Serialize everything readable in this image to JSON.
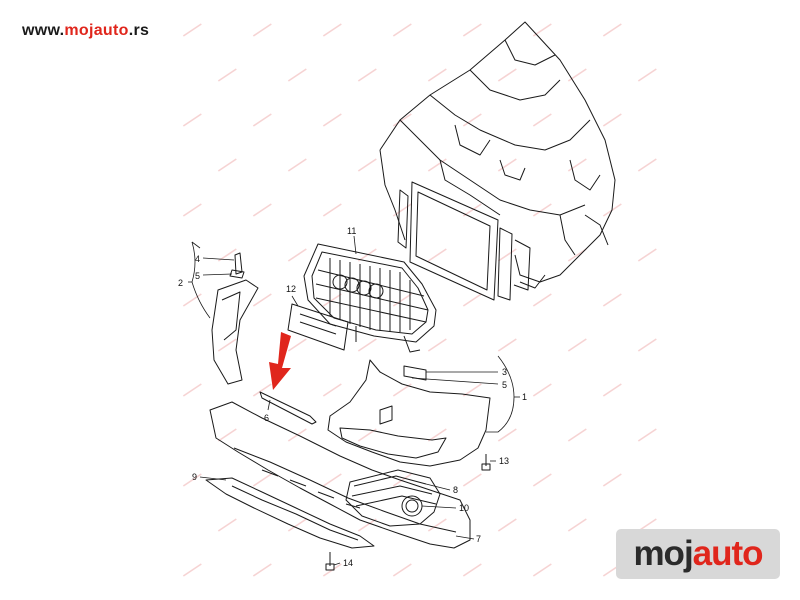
{
  "header": {
    "site_host": "www.",
    "site_brand": "mojauto",
    "site_tld": ".rs"
  },
  "logo": {
    "part1": "moj",
    "part2": "auto"
  },
  "callouts": [
    {
      "id": "callout-11",
      "label": "11"
    },
    {
      "id": "callout-12",
      "label": "12"
    },
    {
      "id": "callout-4",
      "label": "4"
    },
    {
      "id": "callout-5-left",
      "label": "5"
    },
    {
      "id": "callout-2",
      "label": "2"
    },
    {
      "id": "callout-3",
      "label": "3"
    },
    {
      "id": "callout-5-right",
      "label": "5"
    },
    {
      "id": "callout-1",
      "label": "1"
    },
    {
      "id": "callout-6",
      "label": "6"
    },
    {
      "id": "callout-13",
      "label": "13"
    },
    {
      "id": "callout-9",
      "label": "9"
    },
    {
      "id": "callout-8",
      "label": "8"
    },
    {
      "id": "callout-10",
      "label": "10"
    },
    {
      "id": "callout-7",
      "label": "7"
    },
    {
      "id": "callout-14",
      "label": "14"
    }
  ],
  "colors": {
    "accent": "#e0261c",
    "line": "#1a1a1a",
    "watermark": "#e06060"
  },
  "icons": {
    "arrow": "red-down-arrow-icon"
  }
}
